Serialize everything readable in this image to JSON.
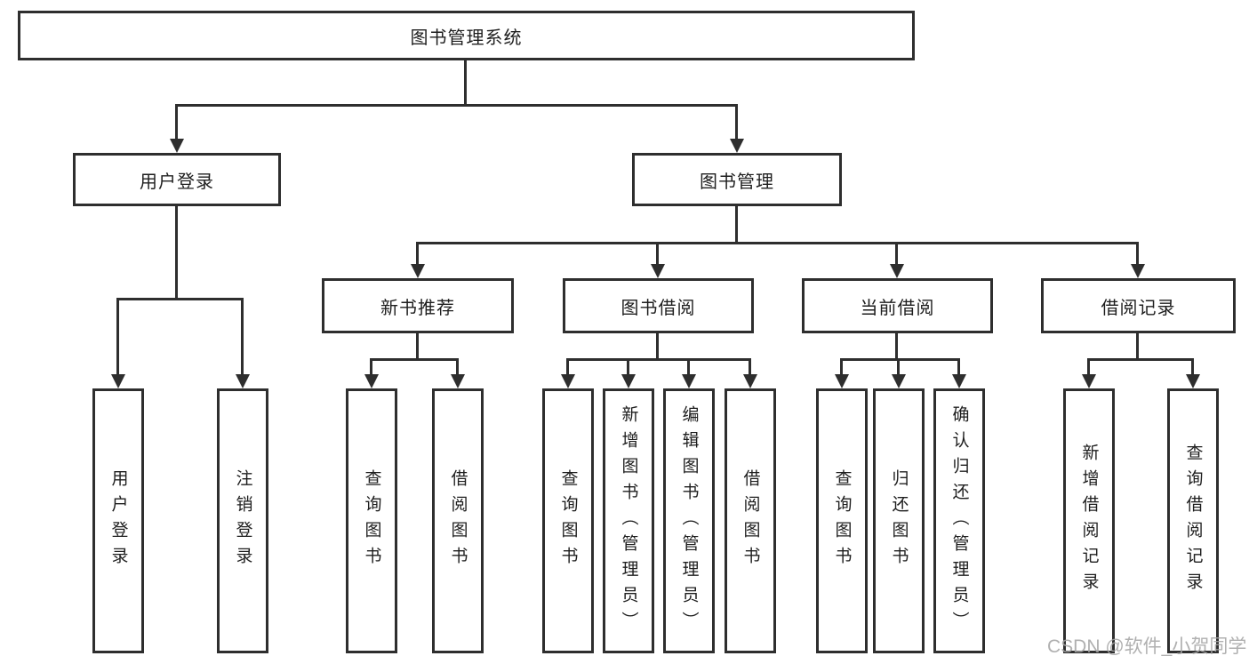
{
  "tree": {
    "root": "图书管理系统",
    "login": "用户登录",
    "login_children": [
      "用户登录",
      "注销登录"
    ],
    "mgmt": "图书管理",
    "newbook": "新书推荐",
    "newbook_children": [
      "查询图书",
      "借阅图书"
    ],
    "borrow": "图书借阅",
    "borrow_children": [
      "查询图书",
      "新增图书（管理员）",
      "编辑图书（管理员）",
      "借阅图书"
    ],
    "current": "当前借阅",
    "current_children": [
      "查询图书",
      "归还图书",
      "确认归还（管理员）"
    ],
    "records": "借阅记录",
    "records_children": [
      "新增借阅记录",
      "查询借阅记录"
    ]
  },
  "watermark": "CSDN @软件_小贺同学",
  "colors": {
    "line": "#2e2e2e",
    "text": "#1e1e1e",
    "background": "#ffffff",
    "watermark": "#a5a5a5"
  }
}
